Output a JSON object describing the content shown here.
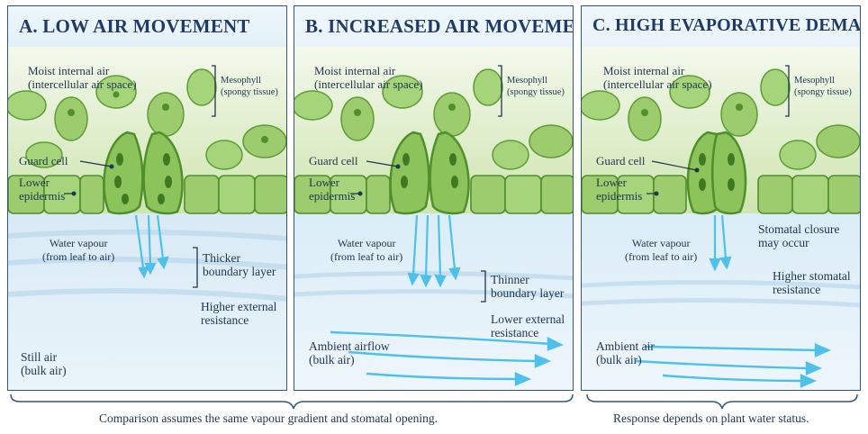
{
  "panels": [
    {
      "title": "A. LOW AIR MOVEMENT",
      "moist_air": [
        "Moist internal air",
        "(intercellular air space)"
      ],
      "mesophyll": [
        "Mesophyll",
        "(spongy tissue)"
      ],
      "guard_cell": "Guard cell",
      "lower_epidermis": [
        "Lower",
        "epidermis"
      ],
      "water_vapour": [
        "Water vapour",
        "(from leaf to air)"
      ],
      "boundary_layer": [
        "Thicker",
        "boundary layer"
      ],
      "resistance": [
        "Higher external",
        "resistance"
      ],
      "air": [
        "Still air",
        "(bulk air)"
      ]
    },
    {
      "title": "B. INCREASED AIR MOVEMENT",
      "moist_air": [
        "Moist internal air",
        "(intercellular air space)"
      ],
      "mesophyll": [
        "Mesophyll",
        "(spongy tissue)"
      ],
      "guard_cell": "Guard cell",
      "lower_epidermis": [
        "Lower",
        "epidermis"
      ],
      "water_vapour": [
        "Water vapour",
        "(from leaf to air)"
      ],
      "boundary_layer": [
        "Thinner",
        "boundary layer"
      ],
      "resistance": [
        "Lower external",
        "resistance"
      ],
      "air": [
        "Ambient airflow",
        "(bulk air)"
      ]
    },
    {
      "title": "C. HIGH EVAPORATIVE DEMAND",
      "moist_air": [
        "Moist internal air",
        "(intercellular air space)"
      ],
      "mesophyll": [
        "Mesophyll",
        "(spongy tissue)"
      ],
      "guard_cell": "Guard cell",
      "lower_epidermis": [
        "Lower",
        "epidermis"
      ],
      "water_vapour": [
        "Water vapour",
        "(from leaf to air)"
      ],
      "closure": [
        "Stomatal closure",
        "may occur"
      ],
      "resistance": [
        "Higher stomatal",
        "resistance"
      ],
      "air": [
        "Ambient air",
        "(bulk air)"
      ]
    }
  ],
  "captions": {
    "left": "Comparison assumes the same vapour gradient and stomatal opening.",
    "right": "Response depends on plant water status."
  },
  "colors": {
    "frame": "#34557a",
    "title": "#1f3a66",
    "leaf_green": "#8cc35a",
    "leaf_dark": "#4f8f2c",
    "vapour_arrow": "#4fc0ea",
    "air_blue": "#cfe6f5"
  }
}
